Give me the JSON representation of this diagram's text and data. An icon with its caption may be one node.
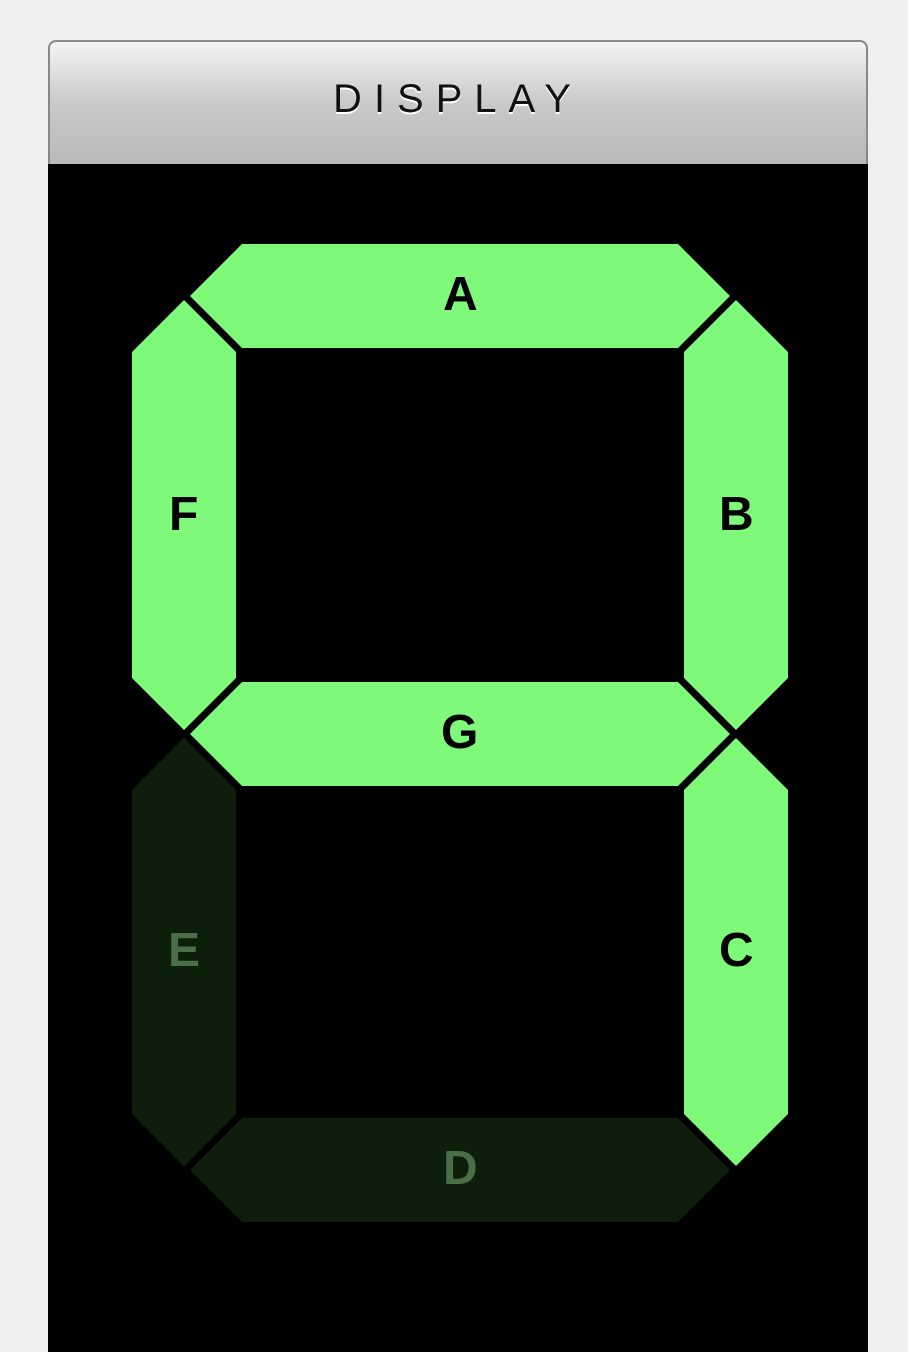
{
  "diagram": {
    "title": "DISPLAY",
    "nodes": [
      {
        "text": [
          "A"
        ]
      },
      {
        "text": [
          "F"
        ]
      },
      {
        "text": [
          "B"
        ]
      },
      {
        "text": [
          "G"
        ]
      },
      {
        "text": [
          "E"
        ]
      },
      {
        "text": [
          "C"
        ]
      },
      {
        "text": [
          "D"
        ]
      }
    ]
  }
}
